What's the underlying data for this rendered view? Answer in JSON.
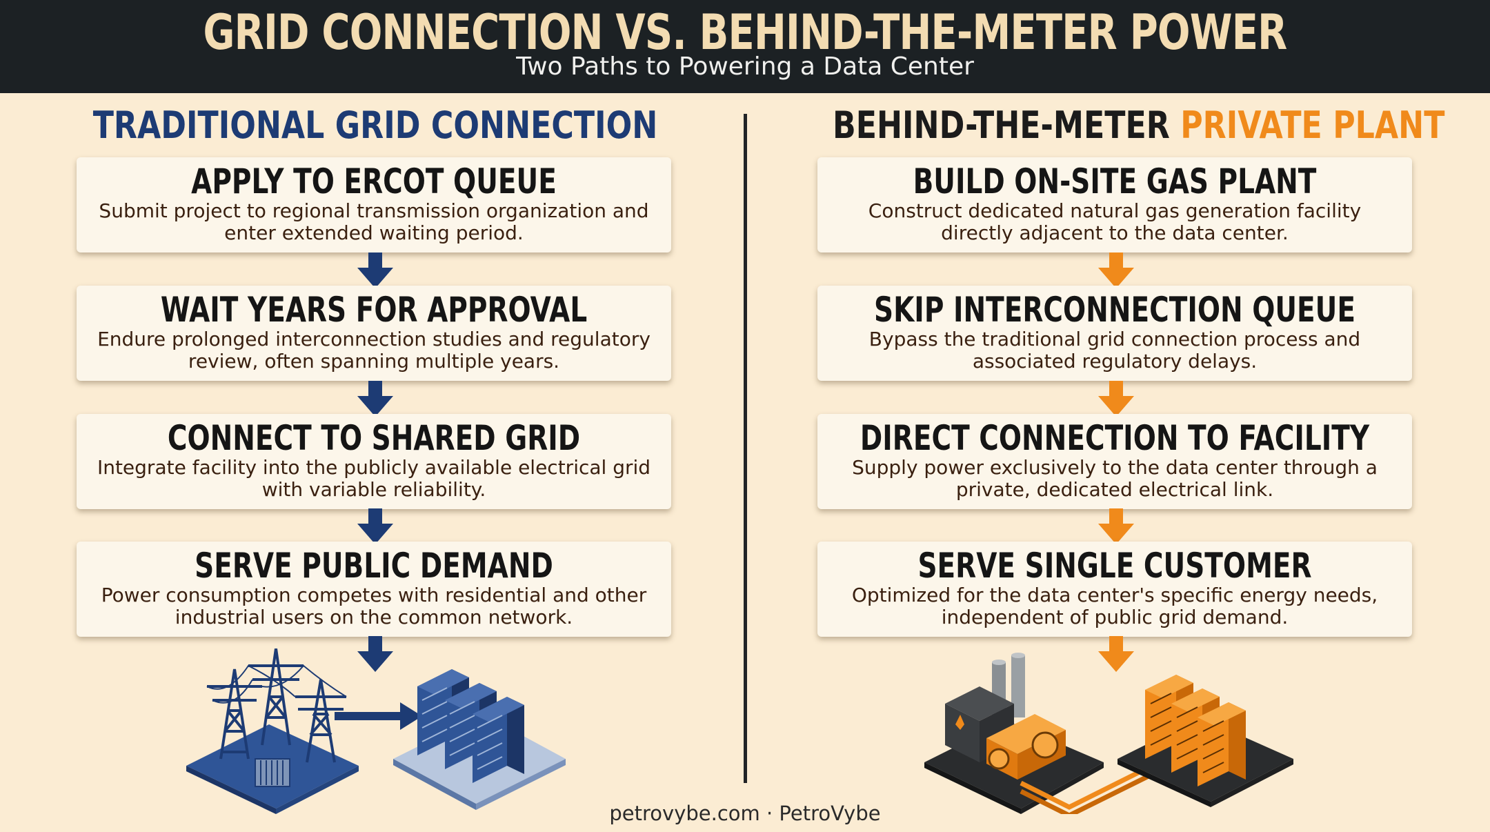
{
  "header": {
    "title": "GRID CONNECTION VS. BEHIND-THE-METER POWER",
    "subtitle": "Two Paths to Powering a Data Center"
  },
  "left": {
    "title": "TRADITIONAL GRID CONNECTION",
    "steps": [
      {
        "title": "APPLY TO ERCOT QUEUE",
        "desc": "Submit project to regional transmission organization and enter extended waiting period."
      },
      {
        "title": "WAIT YEARS FOR APPROVAL",
        "desc": "Endure prolonged interconnection studies and regulatory review, often spanning multiple years."
      },
      {
        "title": "CONNECT TO SHARED GRID",
        "desc": "Integrate facility into the publicly available electrical grid with variable reliability."
      },
      {
        "title": "SERVE PUBLIC DEMAND",
        "desc": "Power consumption competes with residential and other industrial users on the common network."
      }
    ],
    "accent_color": "#1d3b74"
  },
  "right": {
    "title_part1": "BEHIND-THE-METER ",
    "title_part2": "PRIVATE PLANT",
    "steps": [
      {
        "title": "BUILD ON-SITE GAS PLANT",
        "desc": "Construct dedicated natural gas generation facility directly adjacent to the data center."
      },
      {
        "title": "SKIP INTERCONNECTION QUEUE",
        "desc": "Bypass the traditional grid connection process and associated regulatory delays."
      },
      {
        "title": "DIRECT CONNECTION TO FACILITY",
        "desc": "Supply power exclusively to the data center through a private, dedicated electrical link."
      },
      {
        "title": "SERVE SINGLE CUSTOMER",
        "desc": "Optimized for the data center's specific energy needs, independent of public grid demand."
      }
    ],
    "accent_color": "#f08a1b"
  },
  "footer": {
    "text": "petrovybe.com · PetroVybe"
  }
}
